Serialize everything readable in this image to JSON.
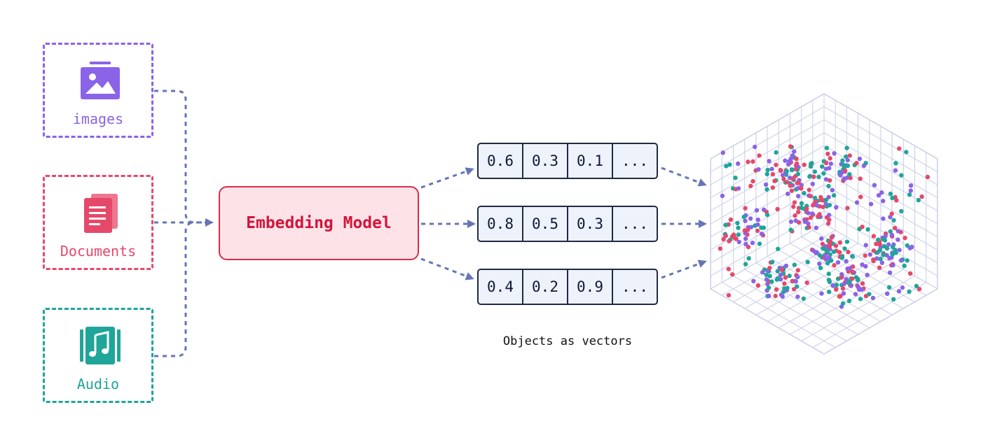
{
  "sources": [
    {
      "label": "images",
      "icon": "image-icon",
      "color": "#8a63e8"
    },
    {
      "label": "Documents",
      "icon": "document-icon",
      "color": "#e5496a"
    },
    {
      "label": "Audio",
      "icon": "music-note-icon",
      "color": "#1fa59a"
    }
  ],
  "model": {
    "label": "Embedding Model"
  },
  "vectors": [
    [
      "0.6",
      "0.3",
      "0.1",
      "..."
    ],
    [
      "0.8",
      "0.5",
      "0.3",
      "..."
    ],
    [
      "0.4",
      "0.2",
      "0.9",
      "..."
    ]
  ],
  "caption": "Objects as vectors",
  "colors": {
    "arrow": "#6576b4",
    "purple": "#8a63e8",
    "red": "#e5496a",
    "teal": "#1fa59a",
    "grid": "#c7cde6"
  },
  "vector_space_icon": "3d-vector-space-scatter"
}
